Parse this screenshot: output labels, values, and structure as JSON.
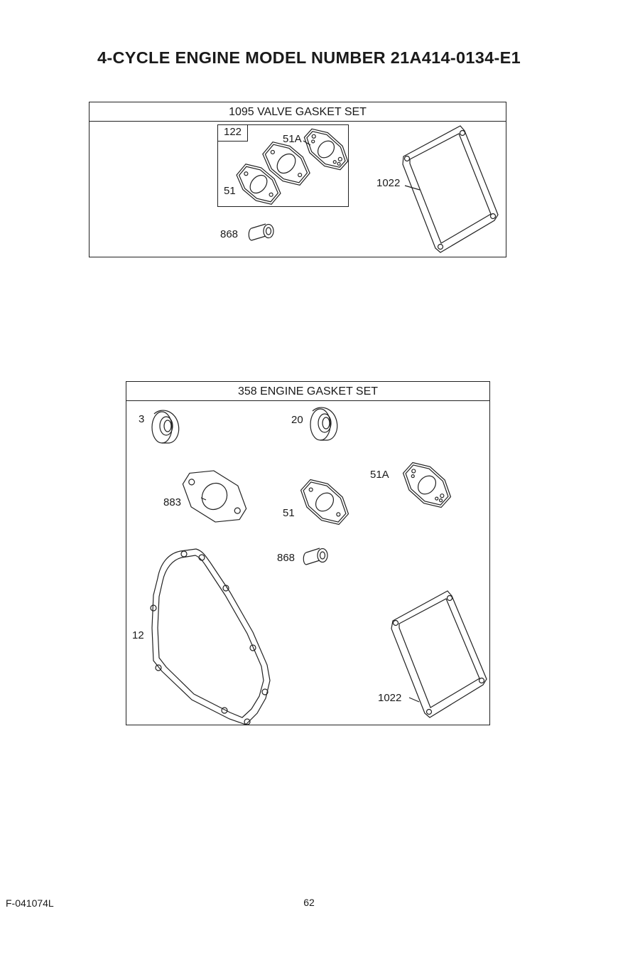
{
  "page": {
    "title": "4-CYCLE ENGINE MODEL NUMBER 21A414-0134-E1",
    "footer_code": "F-041074L",
    "page_number": "62"
  },
  "valve_panel": {
    "heading": "1095 VALVE GASKET SET",
    "labels": {
      "p122": "122",
      "p51a": "51A",
      "p51": "51",
      "p1022": "1022",
      "p868": "868"
    }
  },
  "engine_panel": {
    "heading": "358 ENGINE GASKET SET",
    "labels": {
      "p3": "3",
      "p20": "20",
      "p51a": "51A",
      "p883": "883",
      "p51": "51",
      "p868": "868",
      "p12": "12",
      "p1022": "1022"
    }
  }
}
